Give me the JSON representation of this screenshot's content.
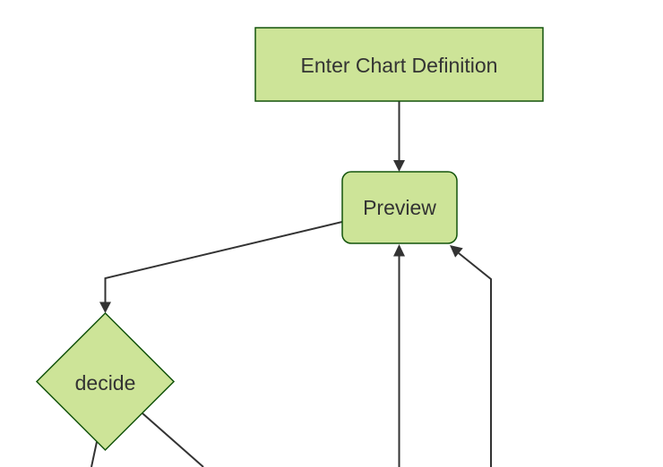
{
  "diagram": {
    "type": "flowchart",
    "direction": "top-down",
    "colors": {
      "background": "#ffffff",
      "node_fill": "#cde498",
      "node_border": "#13540c",
      "edge": "#333333",
      "label_text": "#333333"
    },
    "nodes": [
      {
        "id": "enter-chart-definition",
        "label": "Enter Chart Definition",
        "shape": "rectangle"
      },
      {
        "id": "preview",
        "label": "Preview",
        "shape": "rounded-rectangle"
      },
      {
        "id": "decide",
        "label": "decide",
        "shape": "diamond"
      }
    ],
    "edges": [
      {
        "from": "Enter Chart Definition",
        "to": "Preview",
        "arrow": "into Preview top"
      },
      {
        "from": "Preview",
        "to": "decide",
        "arrow": "into decide top"
      },
      {
        "from": "offscreen bottom (vertical)",
        "to": "Preview",
        "arrow": "into Preview bottom"
      },
      {
        "from": "offscreen bottom (right vertical with elbow)",
        "to": "Preview",
        "arrow": "into Preview bottom-right corner"
      },
      {
        "from": "decide",
        "to": "offscreen bottom-left",
        "arrow": "none visible"
      },
      {
        "from": "decide",
        "to": "offscreen bottom-right",
        "arrow": "none visible"
      }
    ]
  }
}
